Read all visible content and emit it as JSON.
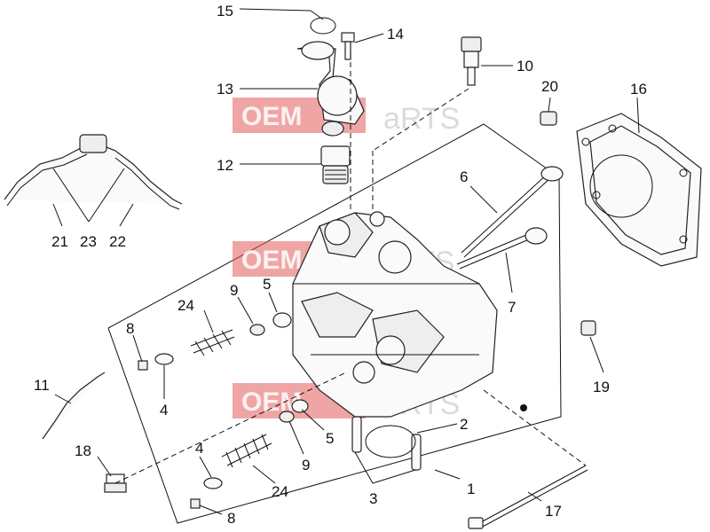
{
  "watermark": {
    "brand": "OEM",
    "rest": "aRTS",
    "rest_a": "a",
    "rest_b": "RTS",
    "mid_rest": "RTS"
  },
  "callouts": [
    {
      "id": "c15",
      "text": "15"
    },
    {
      "id": "c14",
      "text": "14"
    },
    {
      "id": "c13",
      "text": "13"
    },
    {
      "id": "c12",
      "text": "12"
    },
    {
      "id": "c10",
      "text": "10"
    },
    {
      "id": "c20",
      "text": "20"
    },
    {
      "id": "c16",
      "text": "16"
    },
    {
      "id": "c6",
      "text": "6"
    },
    {
      "id": "c7",
      "text": "7"
    },
    {
      "id": "c21",
      "text": "21"
    },
    {
      "id": "c23",
      "text": "23"
    },
    {
      "id": "c22",
      "text": "22"
    },
    {
      "id": "c24a",
      "text": "24"
    },
    {
      "id": "c9a",
      "text": "9"
    },
    {
      "id": "c5a",
      "text": "5"
    },
    {
      "id": "c8a",
      "text": "8"
    },
    {
      "id": "c4a",
      "text": "4"
    },
    {
      "id": "c11",
      "text": "11"
    },
    {
      "id": "c19",
      "text": "19"
    },
    {
      "id": "c2",
      "text": "2"
    },
    {
      "id": "c5b",
      "text": "5"
    },
    {
      "id": "c9b",
      "text": "9"
    },
    {
      "id": "c18",
      "text": "18"
    },
    {
      "id": "c4b",
      "text": "4"
    },
    {
      "id": "c24b",
      "text": "24"
    },
    {
      "id": "c3",
      "text": "3"
    },
    {
      "id": "c1",
      "text": "1"
    },
    {
      "id": "c8b",
      "text": "8"
    },
    {
      "id": "c17",
      "text": "17"
    }
  ]
}
